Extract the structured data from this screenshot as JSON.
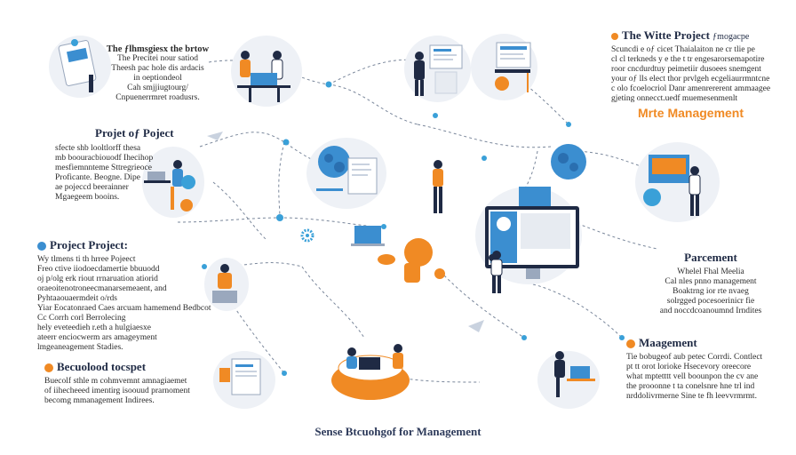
{
  "colors": {
    "accent": "#f08a24",
    "navy": "#1f2a44",
    "blue": "#3b8ed0",
    "connector": "#6e7d93",
    "node": "#3aa0d8"
  },
  "blocks": {
    "top_left": {
      "lines": [
        "The ƒlhmsgiesx the brtow",
        "The Precitei nour satiod",
        "Theesh pac hole dis ardacis",
        "in oeptiondeol",
        "Cah smjjiugtourg/",
        "Cnpuenerrmret roadusrs."
      ]
    },
    "project_of_project": {
      "title": "Projet oƒ Poject",
      "lines": [
        "sfecte shb looltlorff thesa",
        "mb boouracbiouodf Ihecihop",
        "mesfiemnnteme Sttregrieoce",
        "Proficante. Beogne. Dipe",
        "ae pojeccd beerainner",
        "Mgaegeem booins."
      ]
    },
    "project_project": {
      "title": "Project Project:",
      "lines": [
        "Wy tlmens ti th hrree Pojeect",
        "Freo ctive iiodoecdamertie bbuuodd",
        "oj p/olg erk riout rrnaruation atiorid",
        "oraeoitenotroneecmanarsemeaent, and",
        "Pyhtaaouaermdeit o/rds",
        "Yiar Eocatonraed Caes arcuam hamemend Bedbcot",
        "Cc Corrh corl Berrolecing",
        "hely eveteedieh r.eth a hulgiaesxe",
        "ateerr enciocwerm ars amageyment",
        "lmgeaneagement Stadies."
      ]
    },
    "bottom_left": {
      "title": "Becuolood tocspet",
      "lines": [
        "Buecolf sthle m cohmvemnt amnagiaemet",
        "of iihecheeed imentirg isoouud prarnoment",
        "becomg mmanagement Indirees."
      ]
    },
    "top_right": {
      "title": "The Witte Project",
      "title_suffix": "ƒmogacpe",
      "lines": [
        "Scuncdi e oƒ cicet Thaialaiton ne cr tlie pe",
        "cl cl terkneds y e the t tr engesarorsemapotire",
        "roor cncdurdtuy peimetiir dusoees snemgent",
        "your oƒ lls elect thor prvlgeh ecgeliaurrmntcne",
        "c olo fcoelocriol Danr amenrererent ammaagee",
        "gjeting onnecct.uedf muemesenmenlt"
      ],
      "accent": "Mrte Management"
    },
    "percent": {
      "title": "Parcement",
      "lines": [
        "Whelel Fhal Meelia",
        "Cal nles pnno management",
        "Boaktrng ior rte nvaeg",
        "solrgged pocesoerinicr fie",
        "and noccdcoanoumnd Irndites"
      ]
    },
    "management": {
      "title": "Maagement",
      "lines": [
        "Tie bobugeof aub petec Corrdi. Contlect",
        "pt tt orot lorioke Hsecevory oreecore",
        "what mptetttt vell boounpon the cv ane",
        "the prooonne t ta conelsnre hne trl ind",
        "nrddolivrmerne Sine te fh leevvrmrmt."
      ]
    },
    "footer": {
      "caption": "Sense Btcuohgof for Management"
    }
  }
}
